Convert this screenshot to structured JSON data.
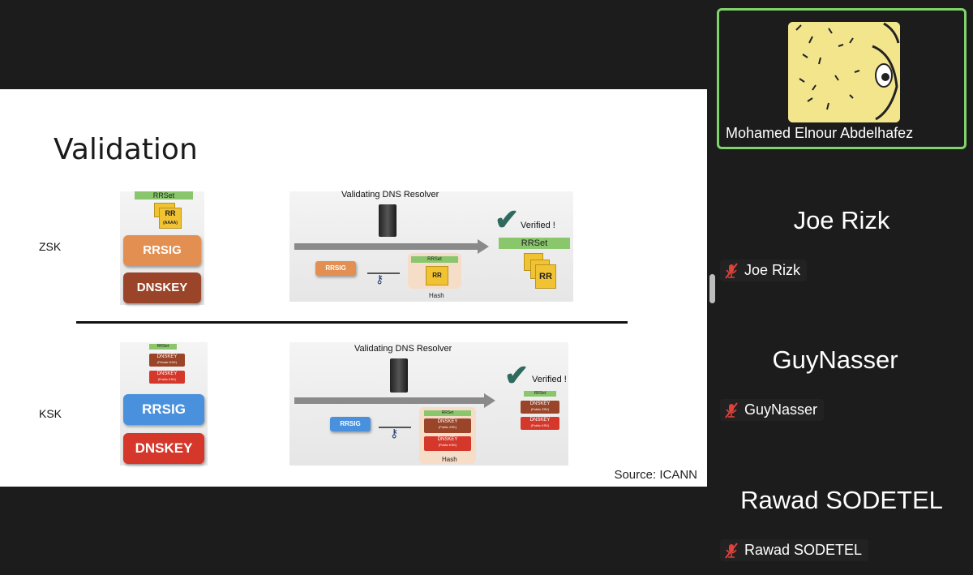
{
  "slide": {
    "title": "Validation",
    "source": "Source: ICANN",
    "zsk": {
      "label": "ZSK",
      "rrset": "RRSet",
      "rr": "RR",
      "rr_sub": "(AAAA)",
      "rrsig": "RRSIG",
      "dnskey": "DNSKEY",
      "resolver_title": "Validating DNS Resolver",
      "verified": "Verified !",
      "inner_rrsig": "RRSIG",
      "inner_rrset": "RRSet",
      "inner_rr": "RR",
      "hash": "Hash",
      "result_rrset": "RRSet",
      "result_rr": "RR"
    },
    "ksk": {
      "label": "KSK",
      "rrset": "RRSet",
      "dnskey1": "DNSKEY",
      "dnskey1_sub": "(Private KSK)",
      "dnskey2": "DNSKEY",
      "dnskey2_sub": "(Public KSK)",
      "rrsig": "RRSIG",
      "dnskey": "DNSKEY",
      "resolver_title": "Validating DNS Resolver",
      "verified": "Verified !",
      "inner_rrsig": "RRSIG",
      "inner_rrset": "RRSet",
      "inner_dnskey1": "DNSKEY",
      "inner_dnskey1_sub": "(Public ZSK)",
      "inner_dnskey2": "DNSKEY",
      "inner_dnskey2_sub": "(Public KSK)",
      "hash": "Hash",
      "result_rrset": "RRSet",
      "result_dnskey1": "DNSKEY",
      "result_dnskey1_sub": "(Public ZSK)",
      "result_dnskey2": "DNSKEY",
      "result_dnskey2_sub": "(Public KSK)"
    }
  },
  "participants": [
    {
      "name": "Mohamed Elnour Abdelhafez",
      "active": true
    },
    {
      "name": "Joe Rizk",
      "muted": true
    },
    {
      "name": "GuyNasser",
      "muted": true
    },
    {
      "name": "Rawad SODETEL",
      "muted": true
    }
  ],
  "colors": {
    "active_border": "#7fd36b",
    "mute_icon": "#e0413a",
    "background": "#1c1c1c"
  }
}
